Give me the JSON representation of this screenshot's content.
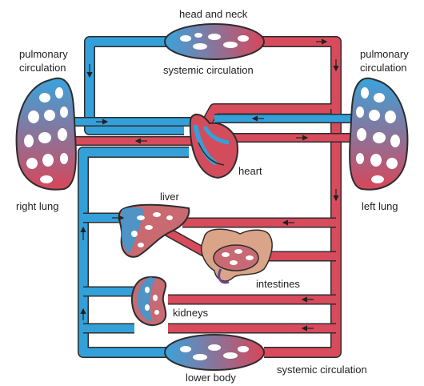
{
  "labels": {
    "head_and_neck": "head and neck",
    "systemic_top": "systemic circulation",
    "pulmonary_left_1": "pulmonary",
    "pulmonary_left_2": "circulation",
    "pulmonary_right_1": "pulmonary",
    "pulmonary_right_2": "circulation",
    "heart": "heart",
    "right_lung": "right lung",
    "left_lung": "left lung",
    "liver": "liver",
    "intestines": "intestines",
    "kidneys": "kidneys",
    "lower_body": "lower body",
    "systemic_bottom": "systemic circulation"
  },
  "colors": {
    "oxygenated": "#d9475a",
    "deoxygenated": "#2f9bd6",
    "vessel_outline": "#3a3a3a",
    "organ_tissue": "#c98a86"
  }
}
